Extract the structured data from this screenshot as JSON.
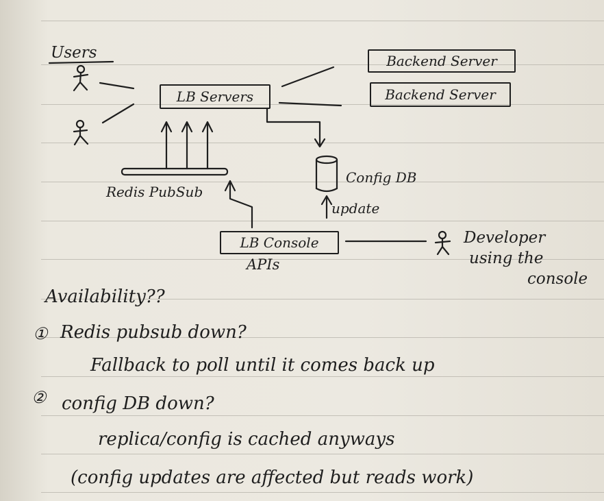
{
  "diagram": {
    "title": "Users",
    "nodes": {
      "lb_servers": "LB Servers",
      "backend_server_1": "Backend Server",
      "backend_server_2": "Backend Server",
      "redis_pubsub": "Redis PubSub",
      "config_db": "Config DB",
      "lb_console_line1": "LB Console",
      "lb_console_line2": "APIs",
      "developer_line1": "Developer",
      "developer_line2": "using the",
      "developer_line3": "console"
    },
    "edge_labels": {
      "update": "update"
    }
  },
  "notes": {
    "heading": "Availability??",
    "q1_number": "①",
    "q1": "Redis pubsub down?",
    "q1_answer": "Fallback to poll until it comes back up",
    "q2_number": "②",
    "q2": "config DB down?",
    "q2_answer_1": "replica/config is cached anyways",
    "q2_answer_2": "(config updates are affected but reads work)"
  }
}
